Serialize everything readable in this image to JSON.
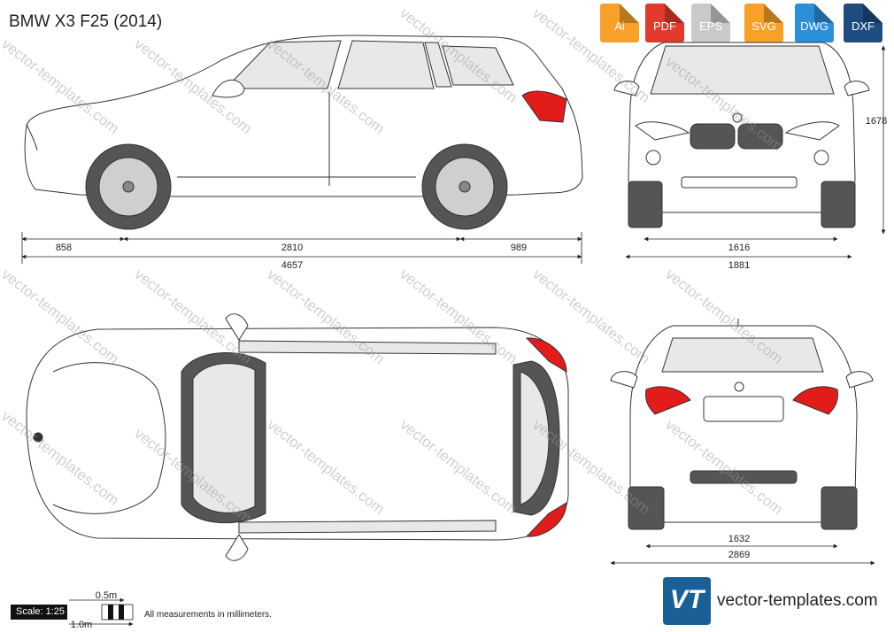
{
  "title": "BMW X3 F25 (2014)",
  "formats": [
    {
      "label": "Ai",
      "color": "#f7a128"
    },
    {
      "label": "PDF",
      "color": "#e23a2d"
    },
    {
      "label": "EPS",
      "color": "#c9c9c9"
    },
    {
      "label": "SVG",
      "color": "#f7a128"
    },
    {
      "label": "DWG",
      "color": "#2b8fd9"
    },
    {
      "label": "DXF",
      "color": "#1d4d7f"
    }
  ],
  "side_view": {
    "front_overhang": "858",
    "wheelbase": "2810",
    "rear_overhang": "989",
    "length": "4657"
  },
  "front_view": {
    "height": "1678",
    "track": "1616",
    "width": "1881"
  },
  "rear_view": {
    "track": "1632",
    "width_mirrors": "2869"
  },
  "scale": {
    "label": "Scale: 1:25",
    "half_meter": "0.5m",
    "one_meter": "1.0m"
  },
  "note": "All measurements in millimeters.",
  "brand": {
    "logo": "VT",
    "url": "vector-templates.com"
  },
  "watermark": "vector-templates.com",
  "colors": {
    "window": "#e8e8ea",
    "body_stroke": "#333333",
    "taillight": "#e21b1b",
    "tire": "#555555",
    "rim": "#cfcfcf"
  }
}
